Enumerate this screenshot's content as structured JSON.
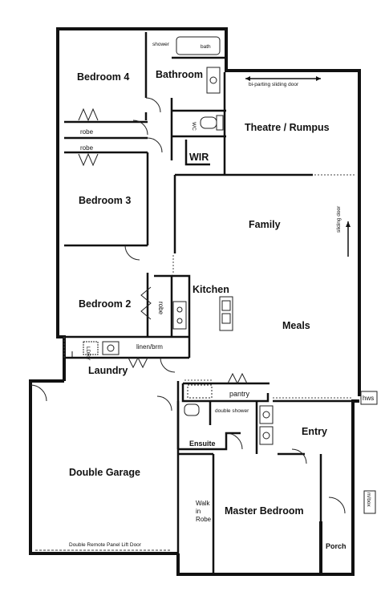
{
  "rooms": {
    "bedroom4": "Bedroom 4",
    "bathroom": "Bathroom",
    "theatre": "Theatre / Rumpus",
    "wir": "WIR",
    "bedroom3": "Bedroom 3",
    "family": "Family",
    "kitchen": "Kitchen",
    "bedroom2": "Bedroom 2",
    "meals": "Meals",
    "laundry": "Laundry",
    "pantry": "pantry",
    "double_garage": "Double Garage",
    "ensuite": "Ensuite",
    "double_shower": "double shower",
    "entry": "Entry",
    "walk_in_robe_1": "Walk",
    "walk_in_robe_2": "in",
    "walk_in_robe_3": "Robe",
    "master_bedroom": "Master Bedroom",
    "porch": "Porch"
  },
  "labels": {
    "shower": "shower",
    "bath": "bath",
    "wc": "WC",
    "robe_1": "robe",
    "robe_2": "robe",
    "robe_kitchen": "robe",
    "bi_parting_door": "bi-parting sliding door",
    "sliding_door": "sliding door",
    "linen": "linen/brm",
    "hws": "hws",
    "mbox": "m/box",
    "garage_door": "Double Remote Panel Lift Door",
    "ldry": "LDRY"
  }
}
